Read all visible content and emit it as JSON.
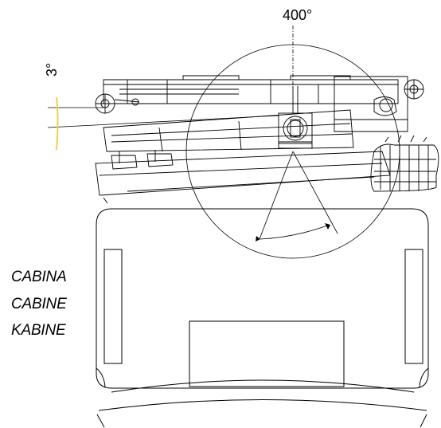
{
  "angles": {
    "slew": "400°",
    "tilt": "3°"
  },
  "cabin_labels": [
    "CABINA",
    "CABINE",
    "KABINE"
  ],
  "colors": {
    "line": "#000000",
    "tilt_marker": "#e8d44a"
  }
}
